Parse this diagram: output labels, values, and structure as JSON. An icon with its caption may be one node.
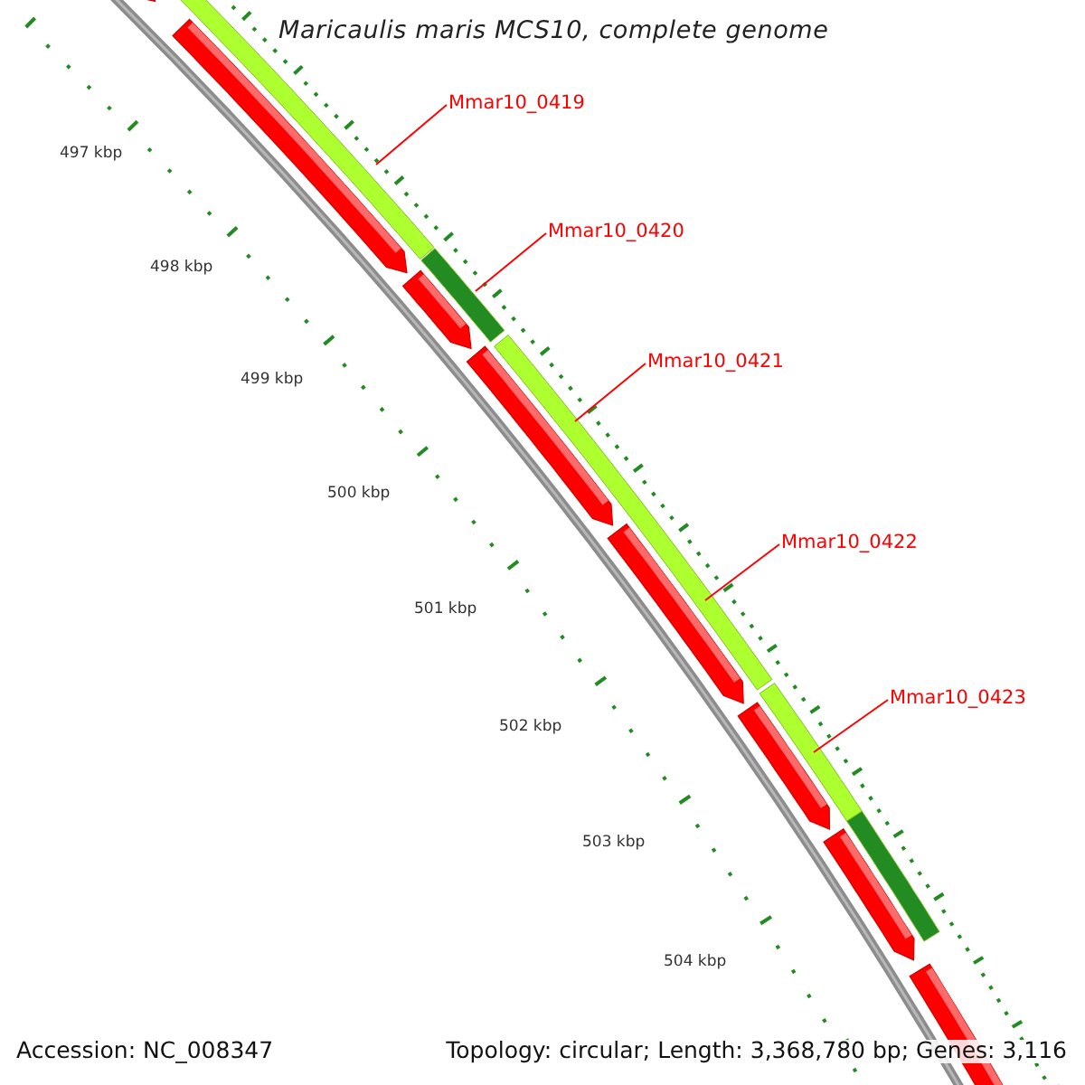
{
  "diagram": {
    "title": "Maricaulis maris MCS10, complete genome",
    "nodes": [
      {
        "text": [
          "Mmar10_0419"
        ]
      },
      {
        "text": [
          "Mmar10_0420"
        ]
      },
      {
        "text": [
          "Mmar10_0421"
        ]
      },
      {
        "text": [
          "Mmar10_0422"
        ]
      },
      {
        "text": [
          "Mmar10_0423"
        ]
      }
    ],
    "edges": [
      {
        "from": 0,
        "to": null,
        "arrow": "none"
      },
      {
        "from": 1,
        "to": null,
        "arrow": "none"
      },
      {
        "from": 2,
        "to": null,
        "arrow": "none"
      },
      {
        "from": 3,
        "to": null,
        "arrow": "none"
      },
      {
        "from": 4,
        "to": null,
        "arrow": "none"
      }
    ],
    "labels": [
      "497 kbp",
      "498 kbp",
      "499 kbp",
      "500 kbp",
      "501 kbp",
      "502 kbp",
      "503 kbp",
      "504 kbp",
      "Accession: NC_008347",
      "Topology: circular; Length: 3,368,780 bp; Genes: 3,116"
    ]
  }
}
